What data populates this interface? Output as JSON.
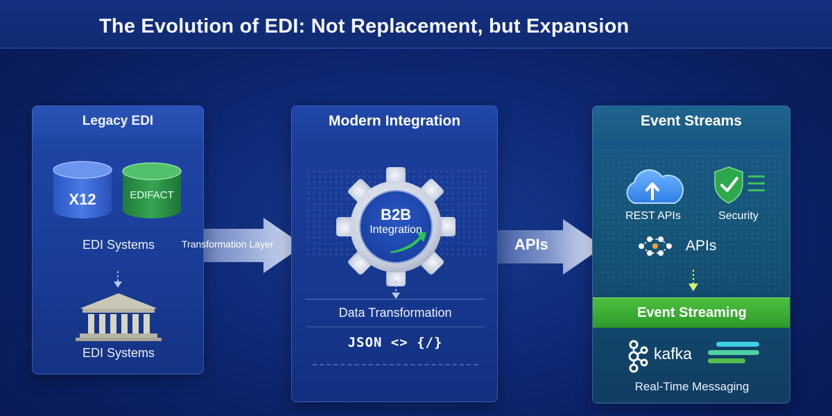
{
  "title": "The Evolution of EDI: Not Replacement, but Expansion",
  "legacy": {
    "header": "Legacy EDI",
    "x12": "X12",
    "edifact": "EDIFACT",
    "systems_top": "EDI Systems",
    "systems_bottom": "EDI Systems"
  },
  "transformation_layer": "Transformation Layer",
  "modern": {
    "header": "Modern Integration",
    "gear_line1": "B2B",
    "gear_line2": "Integration",
    "data_transformation": "Data Transformation",
    "code": "JSON <> {/}"
  },
  "apis_arrow": "APIs",
  "events": {
    "header": "Event Streams",
    "rest_apis": "REST APIs",
    "security": "Security",
    "apis": "APIs",
    "event_streaming": "Event Streaming",
    "kafka": "kafka",
    "realtime": "Real-Time Messaging"
  },
  "colors": {
    "background": "#0e2874",
    "legacy_panel": "#1a3d98",
    "modern_panel": "#16388e",
    "events_panel": "#155577",
    "x12_blue": "#3a6ad8",
    "edifact_green": "#2f9a4a",
    "streaming_green": "#3fae3a",
    "arrow": "#d0dcff"
  },
  "icons": [
    "database-icon",
    "bank-building-icon",
    "gear-icon",
    "cloud-upload-icon",
    "shield-check-icon",
    "api-nodes-icon",
    "kafka-icon",
    "down-arrow-icon"
  ]
}
